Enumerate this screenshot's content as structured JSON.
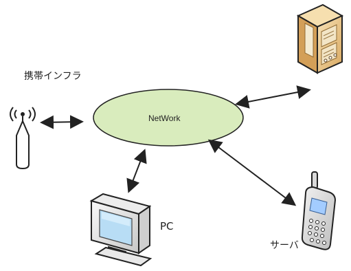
{
  "labels": {
    "mobile_infra": "携帯インフラ",
    "network": "NetWork",
    "pc": "PC",
    "server": "サーバ"
  },
  "icons": {
    "antenna": "antenna-tower-icon",
    "server": "server-tower-icon",
    "pc": "crt-monitor-icon",
    "phone": "mobile-phone-icon"
  },
  "colors": {
    "network_fill": "#d9ecbd",
    "stroke": "#222222",
    "server_body": "#f0d29b",
    "phone_body": "#d9d9d9"
  }
}
